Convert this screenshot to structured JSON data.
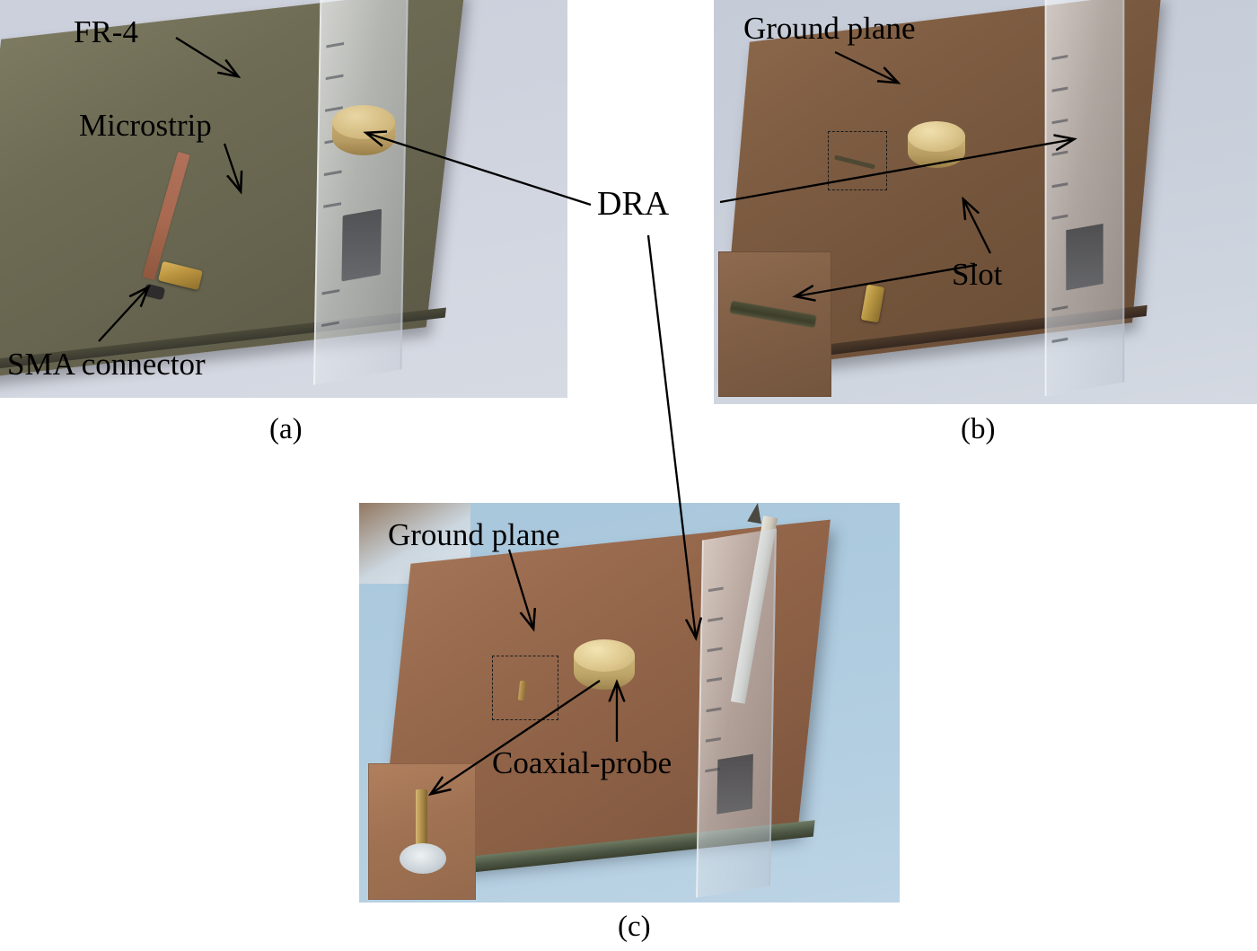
{
  "figure": {
    "type": "photograph-figure",
    "panel_count": 3,
    "background_color": "#ffffff",
    "text_color": "#000000"
  },
  "panels": [
    {
      "id": "a",
      "caption": "(a)",
      "description": "Microstrip-fed cylindrical dielectric resonator antenna on FR-4 substrate",
      "board_color": "#6d6a55",
      "photo_background_color": "#d1d5e0",
      "labels": [
        {
          "name": "fr4",
          "text": "FR-4"
        },
        {
          "name": "microstrip",
          "text": "Microstrip"
        },
        {
          "name": "sma-connector",
          "text": "SMA connector"
        }
      ]
    },
    {
      "id": "b",
      "caption": "(b)",
      "description": "Slot-coupled cylindrical dielectric resonator antenna with copper ground plane",
      "board_color": "#7b5a42",
      "photo_background_color": "#cad0da",
      "labels": [
        {
          "name": "ground-plane",
          "text": "Ground plane"
        },
        {
          "name": "slot",
          "text": "Slot"
        }
      ],
      "inset": {
        "name": "slot-closeup",
        "description": "magnified view of the coupling slot"
      }
    },
    {
      "id": "c",
      "caption": "(c)",
      "description": "Coaxial-probe fed cylindrical dielectric resonator antenna with copper ground plane",
      "board_color": "#8f6449",
      "photo_background_color": "#b2cde0",
      "labels": [
        {
          "name": "ground-plane",
          "text": "Ground plane"
        },
        {
          "name": "coaxial-probe",
          "text": "Coaxial-probe"
        }
      ],
      "inset": {
        "name": "probe-closeup",
        "description": "magnified view of the coaxial probe"
      }
    }
  ],
  "shared_labels": [
    {
      "name": "dra",
      "text": "DRA",
      "points_to": [
        "a",
        "b",
        "c"
      ]
    }
  ],
  "captions": {
    "a": "(a)",
    "b": "(b)",
    "c": "(c)"
  },
  "annotations": {
    "fr4": "FR-4",
    "microstrip": "Microstrip",
    "sma_connector": "SMA connector",
    "ground_plane_b": "Ground plane",
    "ground_plane_c": "Ground plane",
    "slot": "Slot",
    "coaxial_probe": "Coaxial-probe",
    "dra": "DRA"
  }
}
